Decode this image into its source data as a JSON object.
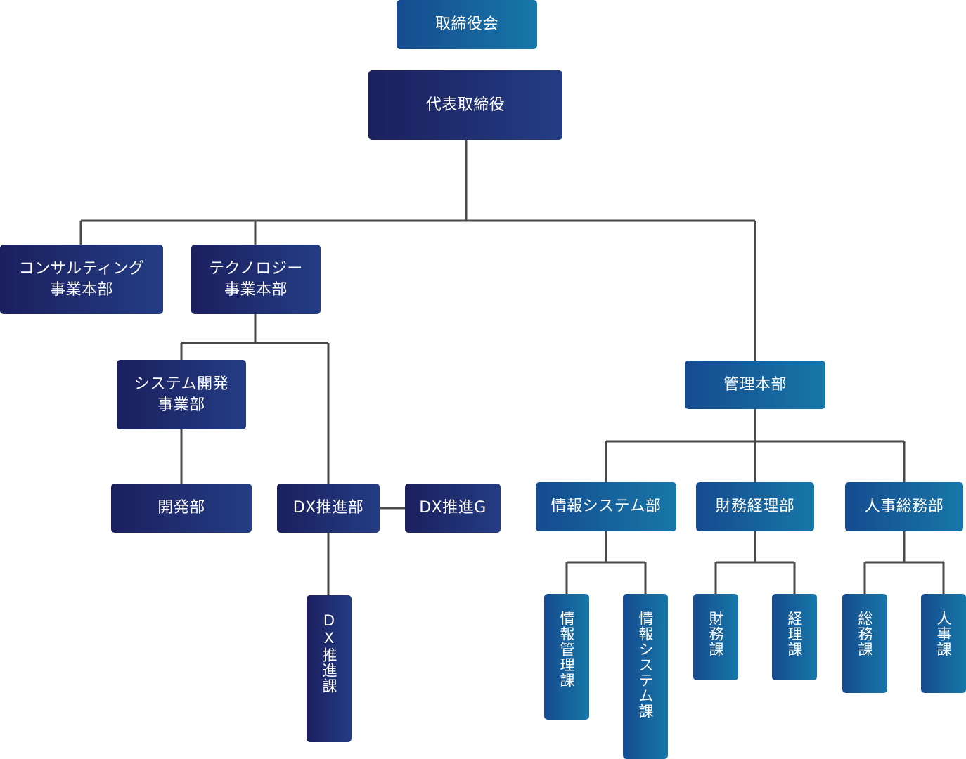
{
  "org_chart": {
    "board": "取締役会",
    "ceo": "代表取締役",
    "consulting": "コンサルティング\n事業本部",
    "technology": "テクノロジー\n事業本部",
    "system_dev": "システム開発\n事業部",
    "dev_dept": "開発部",
    "dx_dept": "DX推進部",
    "dx_group": "DX推進G",
    "dx_section": "DX推進課",
    "admin": "管理本部",
    "info_sys_dept": "情報システム部",
    "finance_dept": "財務経理部",
    "hr_dept": "人事総務部",
    "info_mgmt_section": "情報管理課",
    "info_sys_section": "情報システム課",
    "finance_section": "財務課",
    "accounting_section": "経理課",
    "general_affairs_section": "総務課",
    "hr_section": "人事課"
  },
  "colors": {
    "line": "#4a4a4a",
    "dark_box_start": "#1b1f5e",
    "dark_box_end": "#243d84",
    "light_box_start": "#164b8f",
    "light_box_end": "#1777a8",
    "text": "#ffffff"
  }
}
